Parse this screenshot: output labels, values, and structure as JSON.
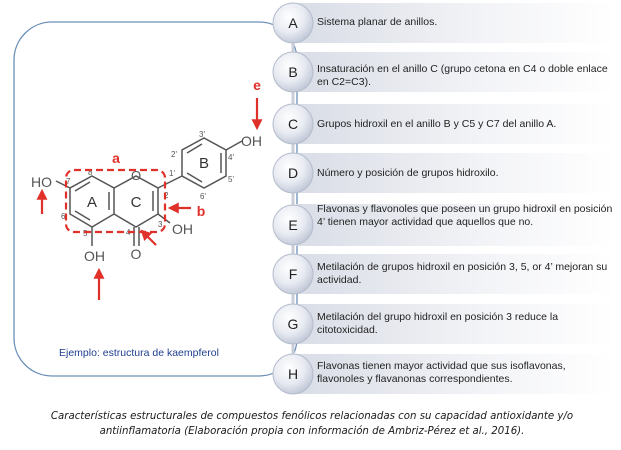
{
  "molecule": {
    "caption": "Ejemplo: estructura de kaempferol",
    "ring_labels": {
      "A": "A",
      "B": "B",
      "C": "C"
    },
    "atoms": {
      "oh_left": "HO",
      "oh_top_right": "OH",
      "oh_c3": "OH",
      "oh_bottom": "OH",
      "carbonyl_o": "O"
    },
    "positions": {
      "p7": "7",
      "p8": "8",
      "p6": "6",
      "p5": "5",
      "p4": "4",
      "p3": "3",
      "p2": "2",
      "p1p": "1'",
      "p2p": "2'",
      "p3p": "3'",
      "p4p": "4'",
      "p5p": "5'",
      "p6p": "6'"
    },
    "markers": {
      "a": "a",
      "b": "b",
      "e": "e"
    },
    "colors": {
      "marker": "#e0302a",
      "bond": "#555555",
      "frame": "#6b8fb8",
      "caption": "#1f3f8f"
    }
  },
  "list": {
    "items": [
      {
        "letter": "A",
        "text": "Sistema planar de anillos."
      },
      {
        "letter": "B",
        "text": "Insaturación en el anillo C (grupo cetona en C4 o doble enlace en C2=C3)."
      },
      {
        "letter": "C",
        "text": "Grupos hidroxil en el anillo B y C5 y C7 del anillo A."
      },
      {
        "letter": "D",
        "text": "Número y posición de grupos hidroxilo."
      },
      {
        "letter": "E",
        "text": "Flavonas y flavonoles que poseen un grupo hidroxil en posición 4’ tienen mayor actividad que aquellos que no."
      },
      {
        "letter": "F",
        "text": "Metilación de grupos hidroxil en posición 3, 5, or 4’ mejoran su actividad."
      },
      {
        "letter": "G",
        "text": "Metilación del grupo hidroxil en posición 3 reduce la citotoxicidad."
      },
      {
        "letter": "H",
        "text": "Flavonas tienen mayor actividad que sus  isoflavonas, flavonoles y flavanonas correspondientes."
      }
    ]
  },
  "caption": "Características estructurales de compuestos fenólicos relacionadas con su capacidad antioxidante y/o antiinflamatoria (Elaboración propia con información de Ambriz-Pérez et al., 2016)."
}
